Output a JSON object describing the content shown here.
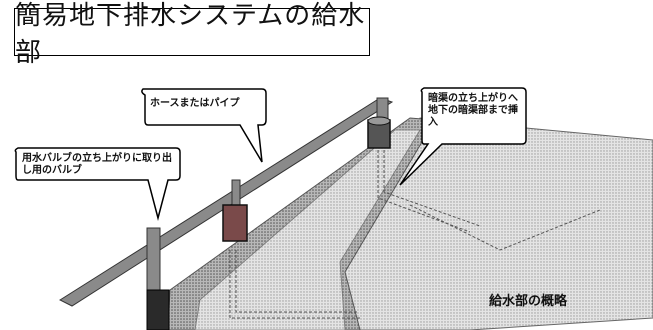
{
  "title": "簡易地下排水システムの給水部",
  "callouts": {
    "hose": "ホースまたはパイプ",
    "valve": "用水バルブの立ち上がりに取り出し用のバルブ",
    "riser": "暗渠の立ち上がりへ地下の暗渠部まで挿入"
  },
  "caption": "給水部の概略"
}
